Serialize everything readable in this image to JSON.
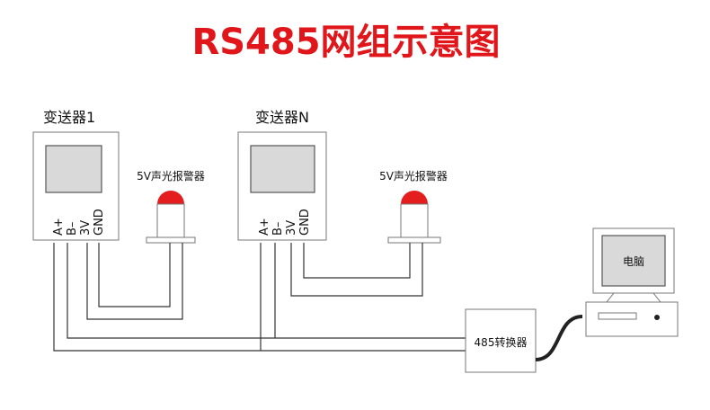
{
  "title": "RS485网组示意图",
  "transmitter1": {
    "label": "变送器1",
    "pins": [
      "A+",
      "B–",
      "3V",
      "GND"
    ]
  },
  "transmitterN": {
    "label": "变送器N",
    "pins": [
      "A+",
      "B–",
      "3V",
      "GND"
    ]
  },
  "alarm1_label": "5V声光报警器",
  "alarm2_label": "5V声光报警器",
  "converter_label": "485转换器",
  "computer_label": "电脑",
  "colors": {
    "title": "#e0161b",
    "alarm_light": "#e41e1e",
    "screen": "#d9d9d9"
  }
}
